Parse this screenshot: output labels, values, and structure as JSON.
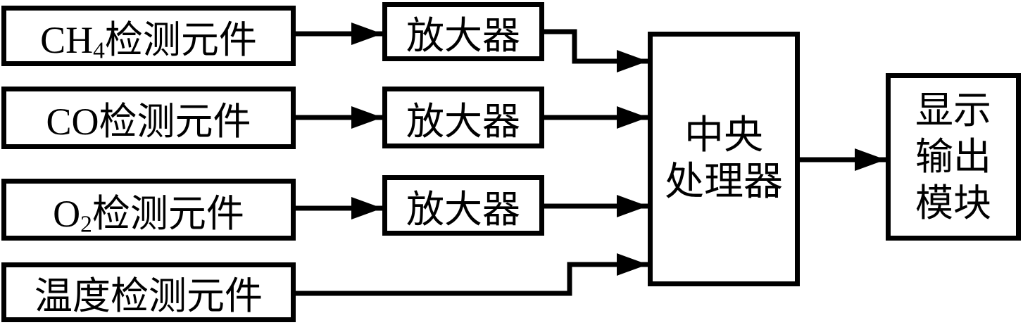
{
  "colors": {
    "line": "#000000",
    "background": "#ffffff"
  },
  "sensors": [
    {
      "prefix": "CH",
      "sub": "4",
      "suffix": "检测元件"
    },
    {
      "prefix": "CO",
      "sub": "",
      "suffix": "检测元件"
    },
    {
      "prefix": "O",
      "sub": "2",
      "suffix": "检测元件"
    },
    {
      "prefix": "",
      "sub": "",
      "suffix": "温度检测元件"
    }
  ],
  "amplifiers": [
    {
      "label": "放大器"
    },
    {
      "label": "放大器"
    },
    {
      "label": "放大器"
    }
  ],
  "cpu": {
    "line1": "中央",
    "line2": "处理器"
  },
  "display_module": {
    "line1": "显示",
    "line2": "输出",
    "line3": "模块"
  },
  "connections": [
    {
      "from": "sensor-ch4",
      "to": "amplifier-1"
    },
    {
      "from": "sensor-co",
      "to": "amplifier-2"
    },
    {
      "from": "sensor-o2",
      "to": "amplifier-3"
    },
    {
      "from": "sensor-temp",
      "to": "cpu"
    },
    {
      "from": "amplifier-1",
      "to": "cpu"
    },
    {
      "from": "amplifier-2",
      "to": "cpu"
    },
    {
      "from": "amplifier-3",
      "to": "cpu"
    },
    {
      "from": "cpu",
      "to": "display-module"
    }
  ]
}
